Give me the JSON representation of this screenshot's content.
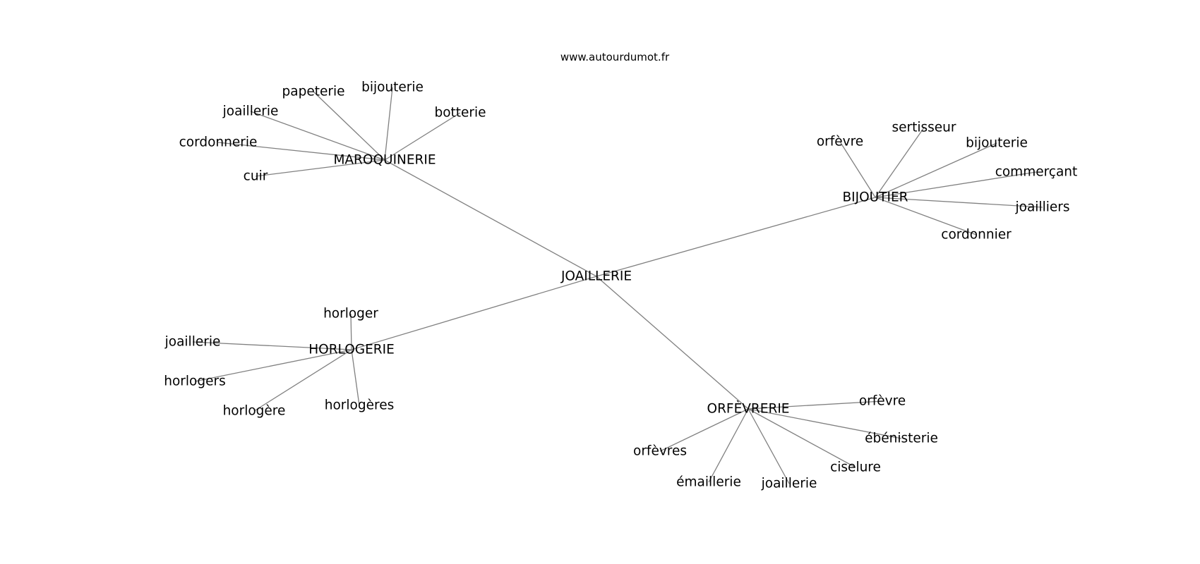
{
  "header": {
    "site": "www.autourdumot.fr"
  },
  "graph": {
    "edge_color": "#808080",
    "text_color": "#000000",
    "root": "JOAILLERIE",
    "nodes": {
      "joaillerie_root": "JOAILLERIE",
      "maroquinerie": "MAROQUINERIE",
      "bijoutier": "BIJOUTIER",
      "horlogerie": "HORLOGERIE",
      "orfevrerie": "ORFÈVRERIE",
      "m_papeterie": "papeterie",
      "m_bijouterie": "bijouterie",
      "m_botterie": "botterie",
      "m_joaillerie": "joaillerie",
      "m_cordonnerie": "cordonnerie",
      "m_cuir": "cuir",
      "b_orfevre": "orfèvre",
      "b_sertisseur": "sertisseur",
      "b_bijouterie": "bijouterie",
      "b_commercant": "commerçant",
      "b_joailliers": "joailliers",
      "b_cordonnier": "cordonnier",
      "h_horloger": "horloger",
      "h_joaillerie": "joaillerie",
      "h_horlogers": "horlogers",
      "h_horlogere": "horlogère",
      "h_horlogeres": "horlogères",
      "o_orfevre": "orfèvre",
      "o_ebenisterie": "ébénisterie",
      "o_ciselure": "ciselure",
      "o_joaillerie": "joaillerie",
      "o_emaillerie": "émaillerie",
      "o_orfevres": "orfèvres"
    },
    "edges": [
      [
        "joaillerie_root",
        "maroquinerie"
      ],
      [
        "joaillerie_root",
        "bijoutier"
      ],
      [
        "joaillerie_root",
        "horlogerie"
      ],
      [
        "joaillerie_root",
        "orfevrerie"
      ],
      [
        "maroquinerie",
        "m_papeterie"
      ],
      [
        "maroquinerie",
        "m_bijouterie"
      ],
      [
        "maroquinerie",
        "m_botterie"
      ],
      [
        "maroquinerie",
        "m_joaillerie"
      ],
      [
        "maroquinerie",
        "m_cordonnerie"
      ],
      [
        "maroquinerie",
        "m_cuir"
      ],
      [
        "bijoutier",
        "b_orfevre"
      ],
      [
        "bijoutier",
        "b_sertisseur"
      ],
      [
        "bijoutier",
        "b_bijouterie"
      ],
      [
        "bijoutier",
        "b_commercant"
      ],
      [
        "bijoutier",
        "b_joailliers"
      ],
      [
        "bijoutier",
        "b_cordonnier"
      ],
      [
        "horlogerie",
        "h_horloger"
      ],
      [
        "horlogerie",
        "h_joaillerie"
      ],
      [
        "horlogerie",
        "h_horlogers"
      ],
      [
        "horlogerie",
        "h_horlogere"
      ],
      [
        "horlogerie",
        "h_horlogeres"
      ],
      [
        "orfevrerie",
        "o_orfevre"
      ],
      [
        "orfevrerie",
        "o_ebenisterie"
      ],
      [
        "orfevrerie",
        "o_ciselure"
      ],
      [
        "orfevrerie",
        "o_joaillerie"
      ],
      [
        "orfevrerie",
        "o_emaillerie"
      ],
      [
        "orfevrerie",
        "o_orfevres"
      ]
    ]
  }
}
